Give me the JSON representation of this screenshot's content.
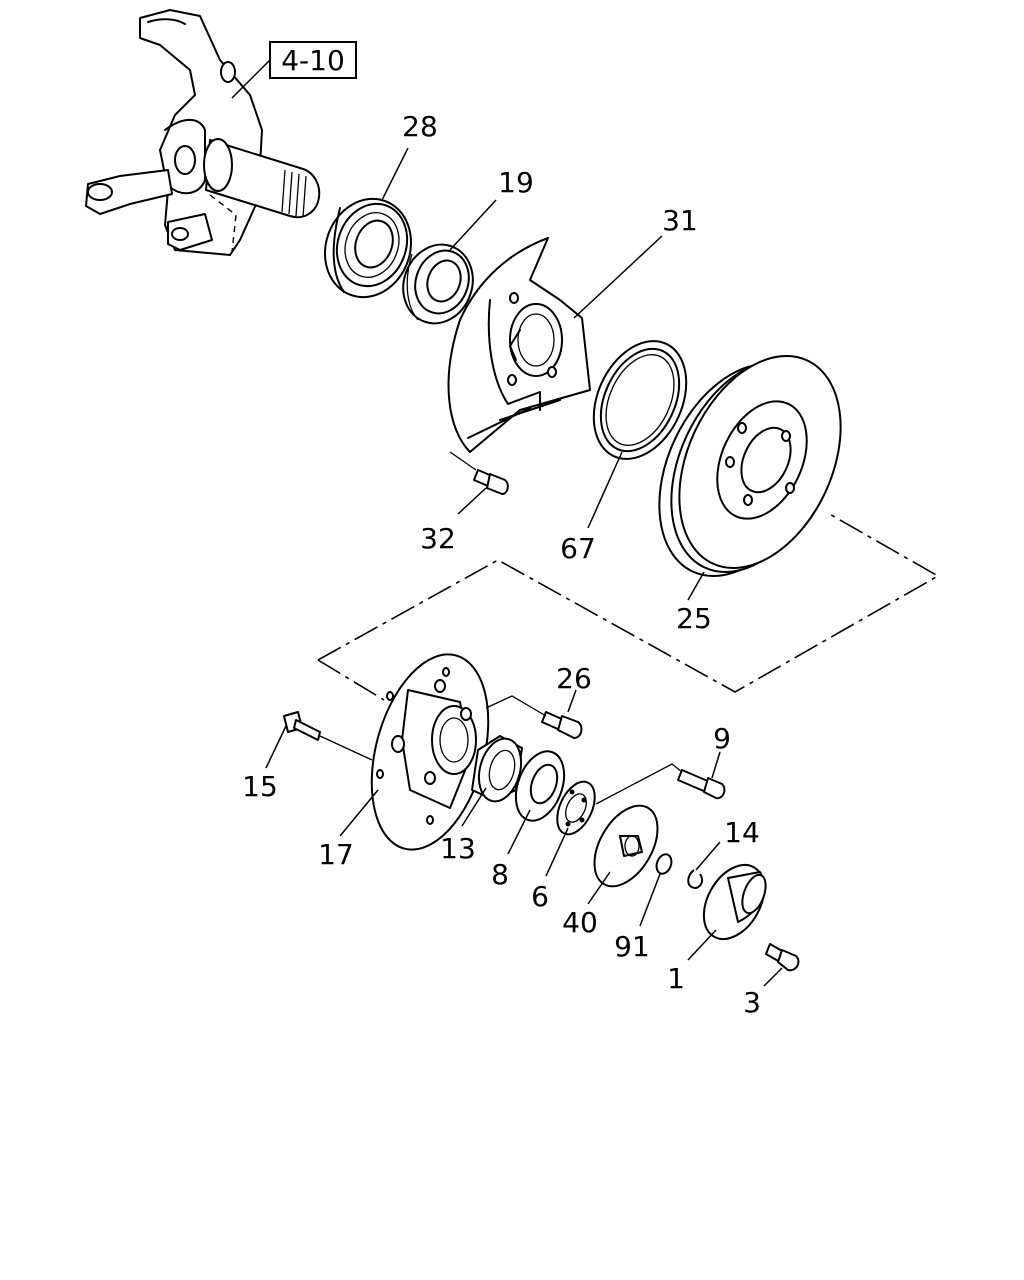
{
  "reference_box": "4-10",
  "callouts": {
    "c28": "28",
    "c19": "19",
    "c31": "31",
    "c32": "32",
    "c67": "67",
    "c25": "25",
    "c26": "26",
    "c9": "9",
    "c15": "15",
    "c17": "17",
    "c13": "13",
    "c8": "8",
    "c6": "6",
    "c14": "14",
    "c40": "40",
    "c91": "91",
    "c1": "1",
    "c3": "3"
  }
}
